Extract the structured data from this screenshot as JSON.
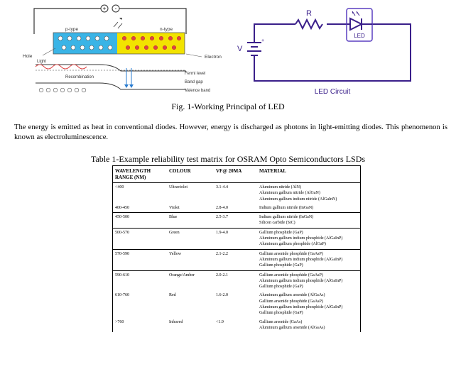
{
  "figure_left": {
    "p_type": "p-type",
    "n_type": "n-type",
    "hole": "Hole",
    "electron": "Electron",
    "light": "Light",
    "recombination": "Recombination",
    "fermi_level": "Fermi level",
    "band_gap": "Band gap",
    "valence_band": "Valence band",
    "plus": "+",
    "minus": "-"
  },
  "figure_right": {
    "r_label": "R",
    "led_label": "LED",
    "v_label": "V",
    "circuit_title": "LED Circuit"
  },
  "fig_caption": "Fig. 1-Working Principal of LED",
  "paragraph": "The energy is emitted as heat in conventional diodes. However, energy is discharged as photons in light-emitting diodes. This phenomenon is known as electroluminescence.",
  "table_caption": "Table 1-Example reliability test matrix for OSRAM Opto Semiconductors LSDs",
  "table": {
    "headers": [
      "WAVELENGTH RANGE (NM)",
      "COLOUR",
      "VF@ 20MA",
      "MATERIAL"
    ],
    "rows": [
      {
        "range": "<400",
        "colour": "Ultraviolet",
        "vf": "3.1-4.4",
        "materials": [
          "Aluminum nitride (AlN)",
          "Aluminum gallium nitride (AlGaN)",
          "Aluminum gallium indium nitride (AlGaInN)"
        ]
      },
      {
        "range": "400-450",
        "colour": "Violet",
        "vf": "2.8-4.0",
        "materials": [
          "Indium gallium nitride (InGaN)"
        ]
      },
      {
        "range": "450-500",
        "colour": "Blue",
        "vf": "2.5-3.7",
        "materials": [
          "Indium gallium nitride (InGaN)",
          "Silicon carbide (SiC)"
        ]
      },
      {
        "range": "500-570",
        "colour": "Green",
        "vf": "1.9-4.0",
        "materials": [
          "Gallium phosphide (GaP)",
          "Aluminum gallium indium phosphide (AlGaInP)",
          "Aluminum gallium phosphide (AlGaP)"
        ]
      },
      {
        "range": "570-590",
        "colour": "Yellow",
        "vf": "2.1-2.2",
        "materials": [
          "Gallium arsenide phosphide (GaAsP)",
          "Aluminum gallium indium phosphide (AlGaInP)",
          "Gallium phosphide (GaP)"
        ]
      },
      {
        "range": "590-610",
        "colour": "Orange/Amber",
        "vf": "2.0-2.1",
        "materials": [
          "Gallium arsenide phosphide (GaAsP)",
          "Aluminum gallium indium phosphide (AlGaInP)",
          "Gallium phosphide (GaP)"
        ]
      },
      {
        "range": "610-760",
        "colour": "Red",
        "vf": "1.6-2.0",
        "materials": [
          "Aluminum gallium arsenide (AlGaAs)",
          "Gallium arsenide phosphide (GaAsP)",
          "Aluminum gallium indium phosphide (AlGaInP)",
          "Gallium phosphide (GaP)"
        ]
      },
      {
        "range": ">760",
        "colour": "Infrared",
        "vf": "<1.9",
        "materials": [
          "Gallium arsenide (GaAs)",
          "Aluminum gallium arsenide (AlGaAs)"
        ]
      }
    ]
  },
  "colors": {
    "p_region": "#3ab4e6",
    "n_region": "#f2e300",
    "circuit": "#3a1f8a",
    "led": "#5a3fc0"
  }
}
